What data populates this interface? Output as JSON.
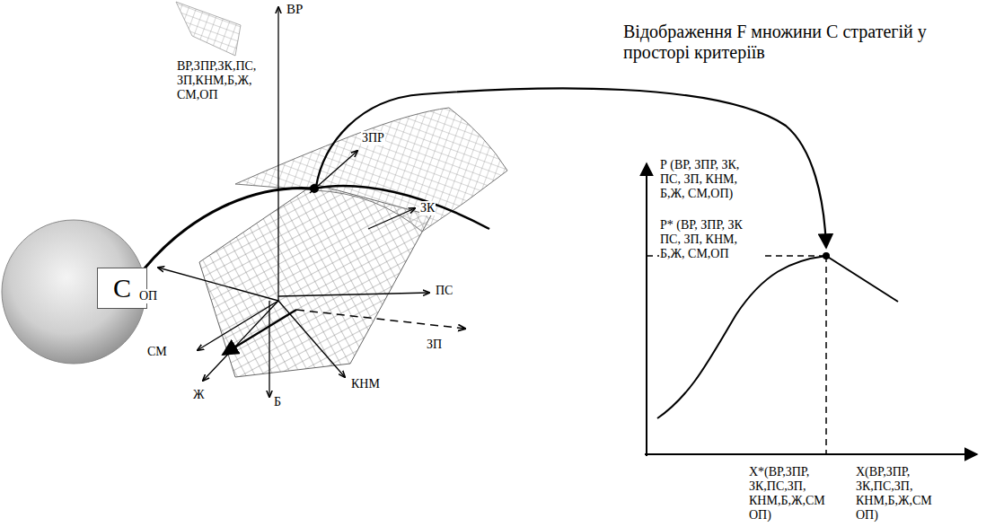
{
  "diagram": {
    "nodes": [
      {
        "text": [
          "С"
        ]
      }
    ],
    "edges": [],
    "labels": [
      "Відображення F множини С стратегій у просторі критеріїв",
      "ВР",
      "ВР,ЗПР,ЗК,ПС, ЗП,КНМ,Б,Ж, СМ,ОП",
      "ЗПР",
      "ЗК",
      "ПС",
      "ЗП",
      "КНМ",
      "Б",
      "Ж",
      "СМ",
      "ОП",
      "Р (ВР, ЗПР, ЗК, ПС, ЗП, КНМ, Б,Ж, СМ,ОП)",
      "Р* (ВР, ЗПР, ЗК ПС, ЗП, КНМ, Б,Ж, СМ,ОП",
      "X*(ВР,ЗПР, ЗК,ПС,ЗП, КНМ,Б,Ж,СМ ОП)",
      "X(ВР,ЗПР, ЗК,ПС,ЗП, КНМ,Б,Ж,СМ ОП)"
    ]
  }
}
